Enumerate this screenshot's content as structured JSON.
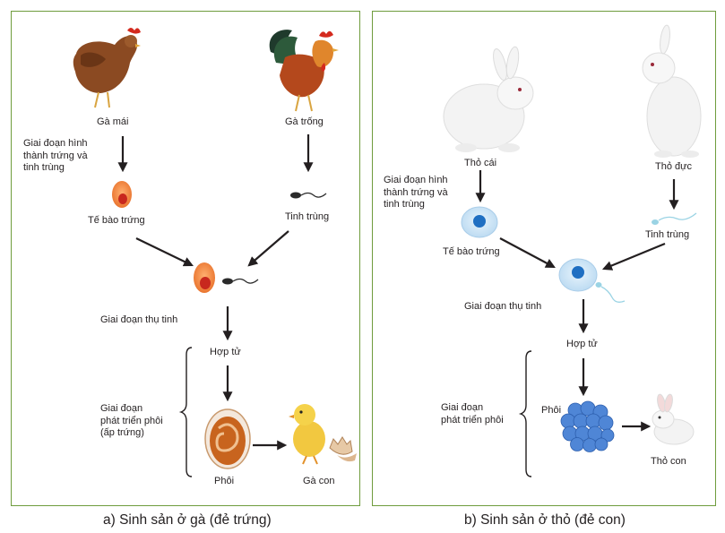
{
  "panel_a": {
    "caption": "a) Sinh sản ở gà (đẻ trứng)",
    "hen": "Gà mái",
    "rooster": "Gà trống",
    "stage_gamete": "Giai đoạn hình\nthành trứng và\ntinh trùng",
    "egg_cell": "Tế bào trứng",
    "sperm": "Tinh trùng",
    "stage_fertilization": "Giai đoạn thụ tinh",
    "zygote": "Hợp tử",
    "stage_embryo": "Giai đoạn\nphát triển phôi\n(ấp trứng)",
    "embryo": "Phôi",
    "chick": "Gà con"
  },
  "panel_b": {
    "caption": "b) Sinh sản ở thỏ (đẻ con)",
    "female": "Thỏ cái",
    "male": "Thỏ đực",
    "stage_gamete": "Giai đoạn hình\nthành trứng và\ntinh trùng",
    "egg_cell": "Tế bào trứng",
    "sperm": "Tinh trùng",
    "stage_fertilization": "Giai đoạn thụ tinh",
    "zygote": "Hợp tử",
    "stage_embryo": "Giai đoạn\nphát triển phôi",
    "embryo": "Phôi",
    "baby": "Thỏ con"
  },
  "colors": {
    "border": "#6f9c3d",
    "arrow": "#231f20",
    "egg_orange": "#f08a3c",
    "egg_red": "#c8281e",
    "rabbit_cell": "#cfe6f7",
    "rabbit_nucleus": "#1f6fc2",
    "morula": "#4f86d6"
  }
}
